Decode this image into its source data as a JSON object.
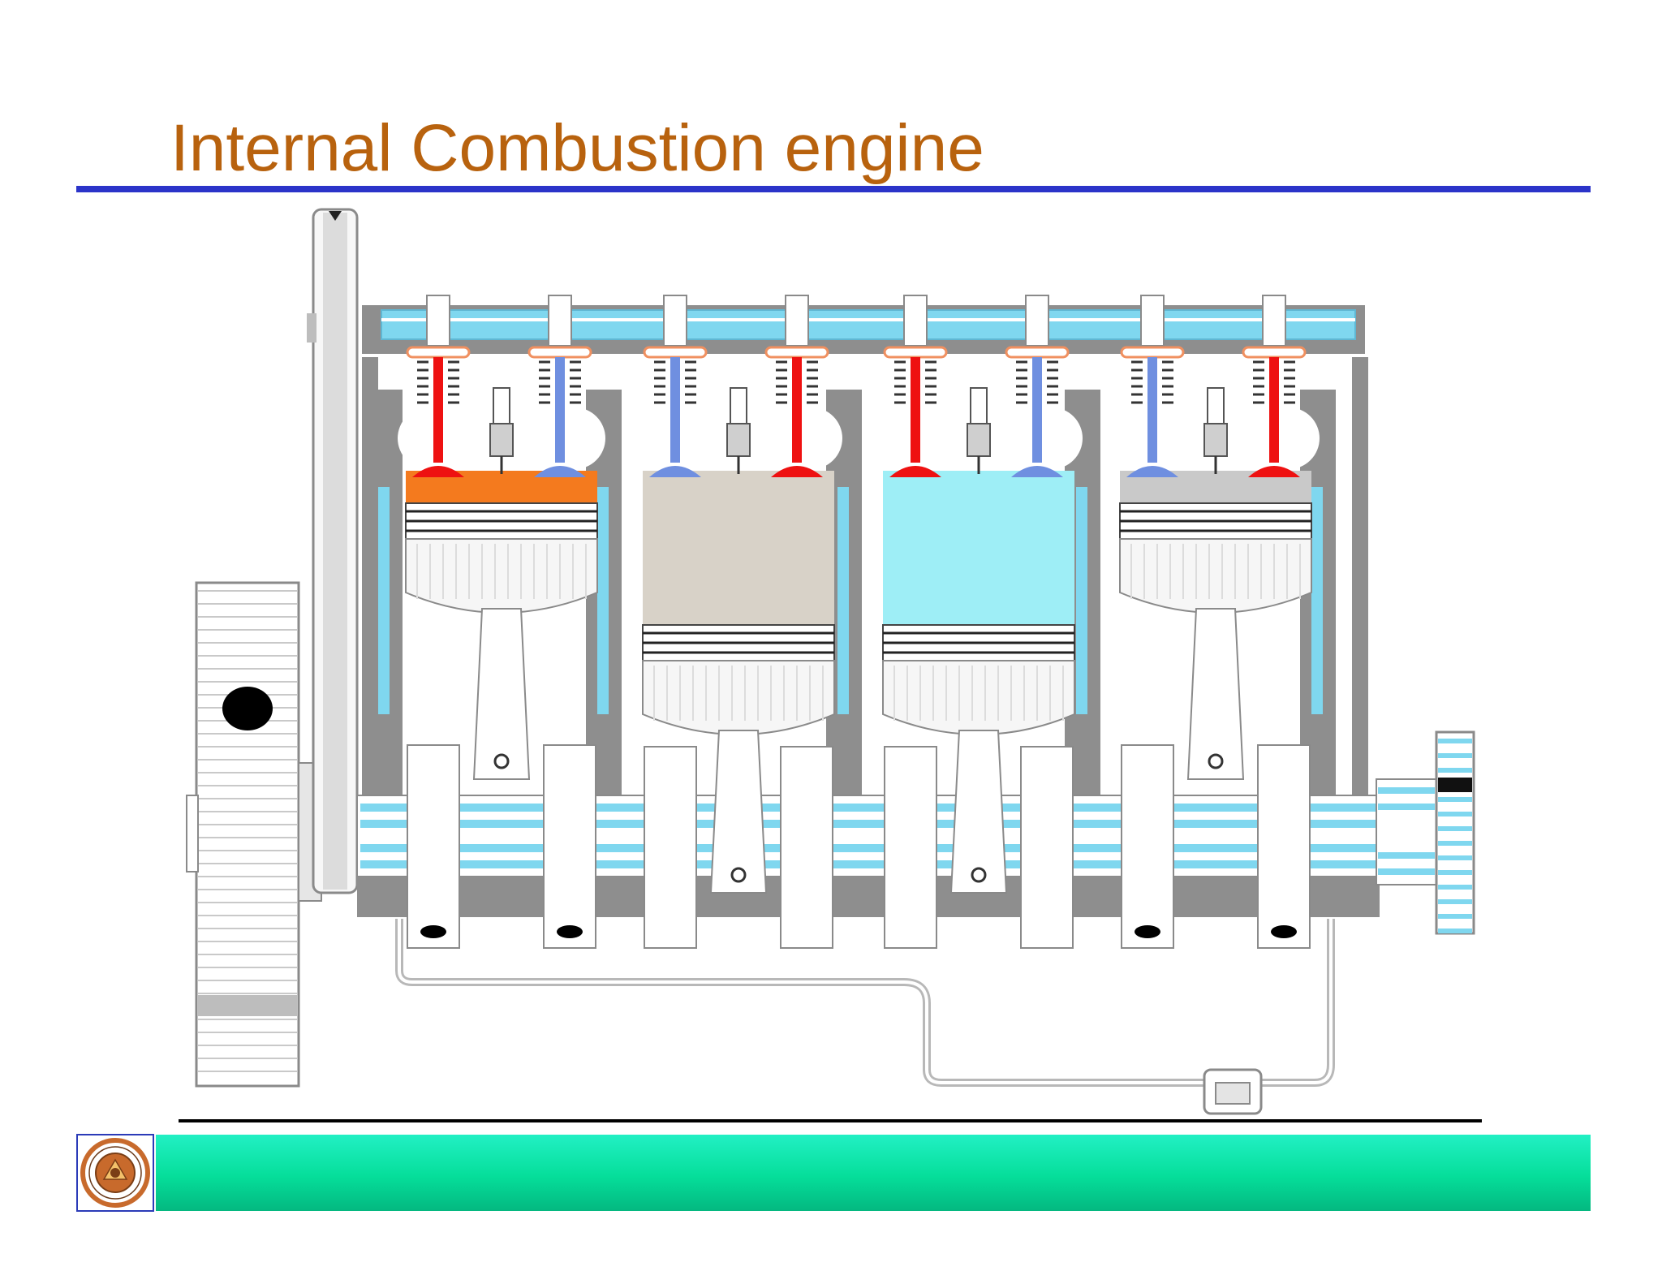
{
  "slide": {
    "title": "Internal Combustion engine"
  },
  "colors": {
    "title": "#b8620e",
    "title_rule": "#2b34c9",
    "block_gray": "#8e8e8e",
    "coolant_blue": "#7fd7ef",
    "exhaust_valve": "#ee1111",
    "intake_valve": "#6f8fe0",
    "combustion_orange": "#f47a1e",
    "intake_charge": "#9eeef6",
    "compression_mix": "#d8d2c8",
    "exhaust_gas": "#c9c9c9",
    "piston_white": "#f6f6f6",
    "oil_line": "#b8b8b8",
    "footer_bar": "#05de9a",
    "logo_seal": "#c86a2c"
  },
  "diagram": {
    "cylinders": [
      {
        "name": "cylinder-1",
        "chamber": "combustion_orange",
        "piston_level": 0.0,
        "left_valve": "exhaust_valve",
        "right_valve": "intake_valve"
      },
      {
        "name": "cylinder-2",
        "chamber": "compression_mix",
        "piston_level": 1.0,
        "left_valve": "intake_valve",
        "right_valve": "exhaust_valve"
      },
      {
        "name": "cylinder-3",
        "chamber": "intake_charge",
        "piston_level": 1.0,
        "left_valve": "exhaust_valve",
        "right_valve": "intake_valve"
      },
      {
        "name": "cylinder-4",
        "chamber": "exhaust_gas",
        "piston_level": 0.0,
        "left_valve": "intake_valve",
        "right_valve": "exhaust_valve"
      }
    ]
  },
  "logo": {
    "icon": "college-seal-icon"
  }
}
